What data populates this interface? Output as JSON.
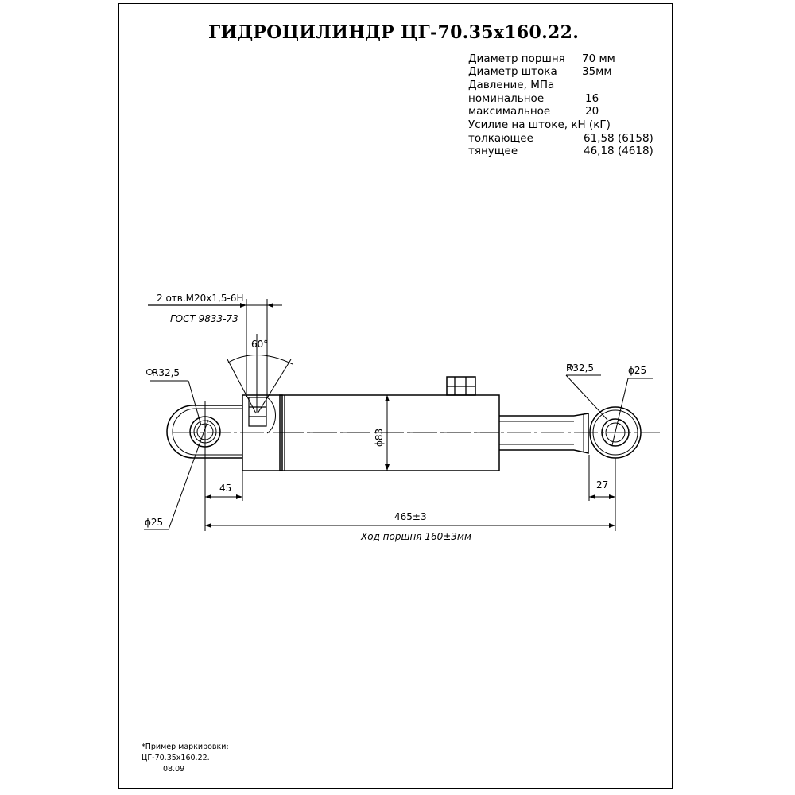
{
  "title": "ГИДРОЦИЛИНДР ЦГ-70.35x160.22.",
  "specs": [
    {
      "label": "Диаметр поршня",
      "value": "70 мм"
    },
    {
      "label": "Диаметр штока",
      "value": "35мм"
    },
    {
      "label": "Давление, МПа",
      "value": ""
    },
    {
      "label": "номинальное",
      "value": "16"
    },
    {
      "label": "максимальное",
      "value": "20"
    },
    {
      "label": "Усилие на штоке, кН (кГ)",
      "value": ""
    },
    {
      "label": "толкающее",
      "value": "61,58 (6158)"
    },
    {
      "label": "тянущее",
      "value": "46,18 (4618)"
    }
  ],
  "annotations": {
    "port_thread": "2 отв.M20x1,5-6H",
    "port_standard": "ГОСТ 9833-73",
    "port_angle": "60°",
    "radius_left": "R32,5",
    "radius_right": "R32,5",
    "pin_diameter_right": "ϕ25",
    "pin_diameter_left": "ϕ25",
    "body_diameter": "ϕ83",
    "dim_left_eye": "45",
    "dim_right_eye": "27",
    "dim_length": "465±3",
    "stroke": "Ход поршня 160±3мм"
  },
  "marking_example": {
    "heading": "*Пример маркировки:",
    "line1": "ЦГ-70.35x160.22.",
    "line2": "08.09"
  }
}
